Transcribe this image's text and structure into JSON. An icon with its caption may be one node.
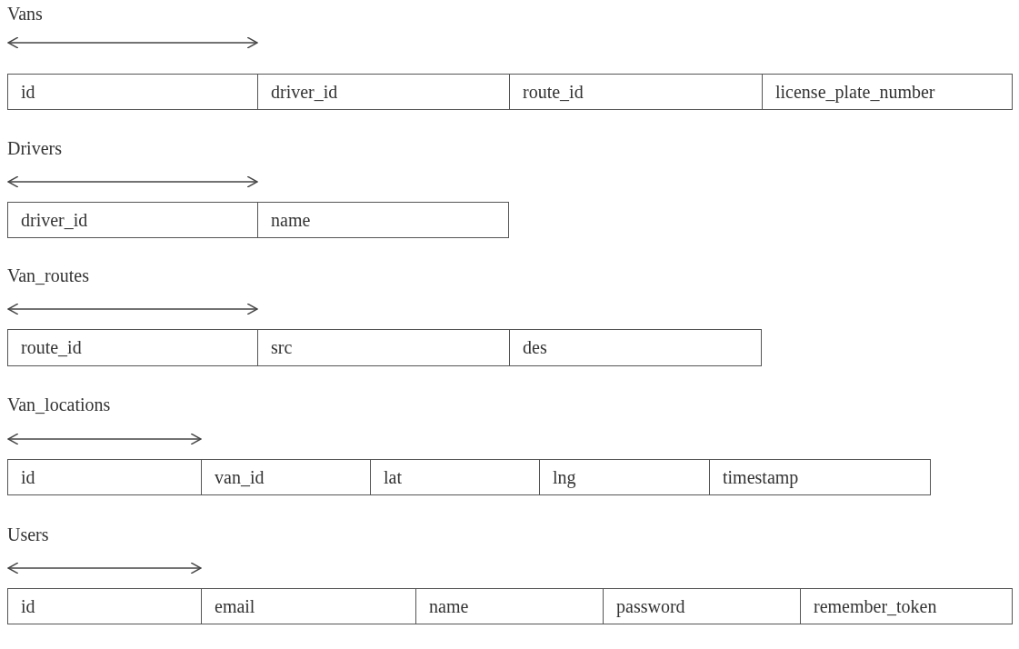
{
  "diagram": {
    "labels": [
      "Vans",
      "id",
      "driver_id",
      "route_id",
      "license_plate_number",
      "Drivers",
      "driver_id",
      "name",
      "Van_routes",
      "route_id",
      "src",
      "des",
      "Van_locations",
      "id",
      "van_id",
      "lat",
      "lng",
      "timestamp",
      "Users",
      "id",
      "email",
      "name",
      "password",
      "remember_token"
    ]
  }
}
